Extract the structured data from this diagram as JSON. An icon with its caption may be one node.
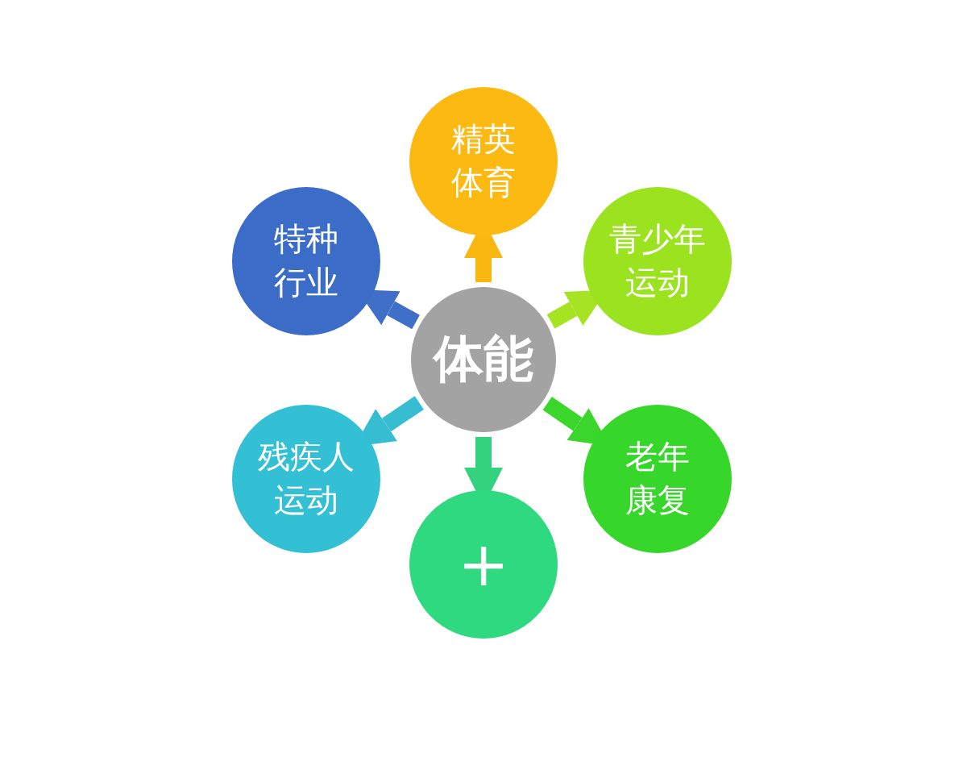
{
  "diagram": {
    "nodes": [
      {
        "text": [
          "精英体育"
        ]
      },
      {
        "text": [
          "特种行业"
        ]
      },
      {
        "text": [
          "青少年运动"
        ]
      },
      {
        "text": [
          "体能"
        ]
      },
      {
        "text": [
          "残疾人运动"
        ]
      },
      {
        "text": [
          "老年康复"
        ]
      },
      {
        "text": [
          "+"
        ]
      }
    ],
    "edges": [
      {
        "from": 3,
        "to": 0,
        "arrow": "to",
        "color": "#f9b70f"
      },
      {
        "from": 3,
        "to": 1,
        "arrow": "to",
        "color": "#3f6fc6"
      },
      {
        "from": 3,
        "to": 2,
        "arrow": "to",
        "color": "#a6e322"
      },
      {
        "from": 3,
        "to": 4,
        "arrow": "to",
        "color": "#36bdd2"
      },
      {
        "from": 3,
        "to": 5,
        "arrow": "to",
        "color": "#3bd62c"
      },
      {
        "from": 3,
        "to": 6,
        "arrow": "to",
        "color": "#34d27f"
      }
    ]
  }
}
